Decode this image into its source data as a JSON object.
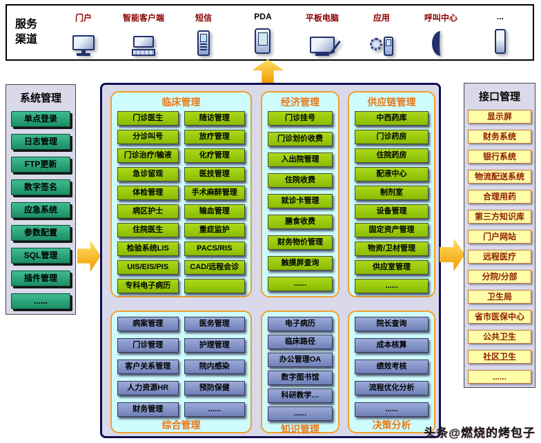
{
  "top_bar": {
    "title_lines": [
      "服务",
      "渠道"
    ],
    "channels": [
      {
        "id": "portal",
        "label": "门户",
        "label_color": "#8b0000",
        "icon": "desktop-computer-icon"
      },
      {
        "id": "smart-client",
        "label": "智能客户端",
        "label_color": "#8b0000",
        "icon": "workstation-icon"
      },
      {
        "id": "sms",
        "label": "短信",
        "label_color": "#8b0000",
        "icon": "mobile-phone-icon"
      },
      {
        "id": "pda",
        "label": "PDA",
        "label_color": "#000000",
        "icon": "pda-icon"
      },
      {
        "id": "tablet",
        "label": "平板电脑",
        "label_color": "#8b0000",
        "icon": "tablet-icon"
      },
      {
        "id": "app",
        "label": "应用",
        "label_color": "#8b0000",
        "icon": "app-gear-icon"
      },
      {
        "id": "call-center",
        "label": "呼叫中心",
        "label_color": "#8b0000",
        "icon": "handset-icon"
      },
      {
        "id": "more",
        "label": "...",
        "label_color": "#000000",
        "icon": "device-icon"
      }
    ]
  },
  "left_panel": {
    "title": "系统管理",
    "items": [
      "单点登录",
      "日志管理",
      "FTP更新",
      "数字签名",
      "应急系统",
      "参数配置",
      "SQL管理",
      "插件管理",
      "......"
    ]
  },
  "center": {
    "groups_top": [
      {
        "key": "clinical",
        "title": "临床管理",
        "columns": [
          [
            "门诊医生",
            "分诊叫号",
            "门诊治疗/输液",
            "急诊留观",
            "体检管理",
            "病区护士",
            "住院医生",
            "检验系统LIS",
            "UIS/EIS/PIS",
            "专科电子病历"
          ],
          [
            "随访管理",
            "放疗管理",
            "化疗管理",
            "医技管理",
            "手术麻醉管理",
            "输血管理",
            "重症监护",
            "PACS/RIS",
            "CAD/远程会诊",
            ""
          ]
        ]
      },
      {
        "key": "economic",
        "title": "经济管理",
        "items": [
          "门诊挂号",
          "门诊划价收费",
          "入出院管理",
          "住院收费",
          "就诊卡管理",
          "膳食收费",
          "财务物价管理",
          "触摸屏查询",
          "......"
        ]
      },
      {
        "key": "supply-chain",
        "title": "供应链管理",
        "items": [
          "中西药库",
          "门诊药房",
          "住院药房",
          "配液中心",
          "制剂室",
          "设备管理",
          "固定资产管理",
          "物资/卫材管理",
          "供应室管理",
          "......"
        ]
      }
    ],
    "groups_bottom": [
      {
        "key": "comprehensive",
        "title": "综合管理",
        "columns": [
          [
            "病案管理",
            "门诊管理",
            "客户关系管理",
            "人力资源HR",
            "财务管理"
          ],
          [
            "医务管理",
            "护理管理",
            "院内感染",
            "预防保健",
            "......"
          ]
        ]
      },
      {
        "key": "knowledge",
        "title": "知识管理",
        "items": [
          "电子病历",
          "临床路径",
          "办公管理OA",
          "数字图书馆",
          "科研教学…",
          "......"
        ]
      },
      {
        "key": "decision",
        "title": "决策分析",
        "items": [
          "院长查询",
          "成本核算",
          "绩效考核",
          "流程优化分析",
          "......"
        ]
      }
    ]
  },
  "right_panel": {
    "title": "接口管理",
    "items": [
      "显示屏",
      "财务系统",
      "银行系统",
      "物流配送系统",
      "合理用药",
      "第三方知识库",
      "门户网站",
      "远程医疗",
      "分院/分部",
      "卫生局",
      "省市医保中心",
      "公共卫生",
      "社区卫生",
      "......"
    ]
  },
  "watermark": "头条@燃烧的烤包子",
  "colors": {
    "system_button_green": "#27a078",
    "module_button_green": "#9acb10",
    "management_button_blue": "#8391c4",
    "interface_button_yellow": "#ffffa8",
    "interface_text_red": "#8d1d00",
    "group_border_orange": "#f0a028",
    "group_bg_cyan": "#cefcfc",
    "panel_bg_lavender": "#d9d9ea",
    "group_title_orange": "#e87818",
    "channel_label_red": "#8b0000",
    "arrow_orange": "#f29a00",
    "center_border_navy": "#0f0f52"
  }
}
